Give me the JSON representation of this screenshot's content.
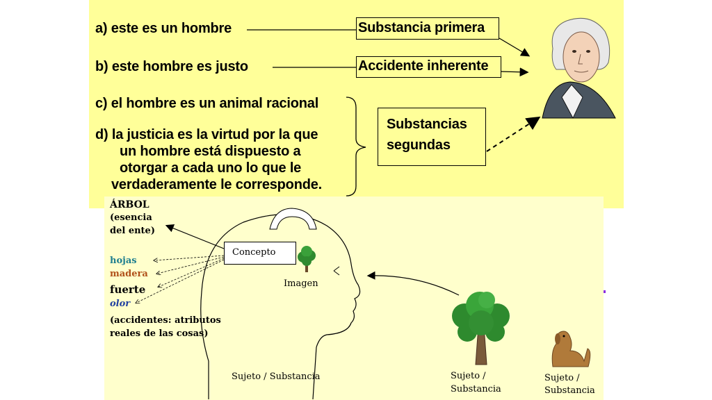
{
  "top": {
    "line_a": "a) este es un hombre",
    "line_b": "b) este hombre  es  justo",
    "line_c": "c) el hombre es un animal racional",
    "line_d1": "d) la justicia es la virtud por la que",
    "line_d2": "un hombre está dispuesto a",
    "line_d3": "otorgar a cada uno lo que le",
    "line_d4": "verdaderamente le corresponde.",
    "box1": "Substancia primera",
    "box2": "Accidente inherente",
    "box3_l1": "Substancias",
    "box3_l2": "segundas"
  },
  "bottom": {
    "arbol": "ÁRBOL",
    "esencia1": "(esencia",
    "esencia2": "del ente)",
    "hojas": "hojas",
    "madera": "madera",
    "fuerte": "fuerte",
    "olor": "olor",
    "acc1": "(accidentes: atributos",
    "acc2": "reales de las cosas)",
    "concepto": "Concepto",
    "imagen": "Imagen",
    "sujeto_head": "Sujeto / Substancia",
    "sujeto_tree_1": "Sujeto /",
    "sujeto_tree_2": "Substancia",
    "sujeto_dog_1": "Sujeto /",
    "sujeto_dog_2": "Substancia"
  },
  "colors": {
    "top_bg": "#ffff99",
    "bottom_bg": "#ffffcc",
    "hojas": "#1f7f8f",
    "madera": "#b0501a",
    "olor": "#2040a0"
  },
  "icons": [
    "portrait-illustration",
    "tree-icon",
    "dog-icon",
    "head-silhouette"
  ]
}
